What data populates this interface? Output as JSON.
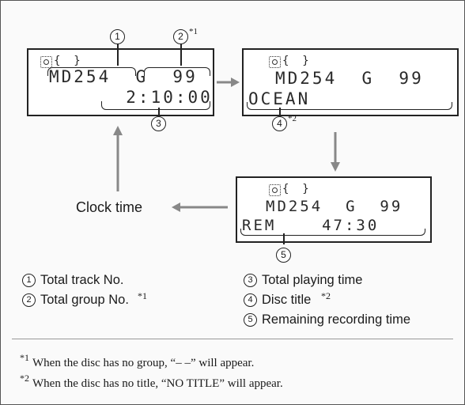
{
  "displays": {
    "first": {
      "track_indicator": "{  }",
      "row1": "MD254  G  99",
      "row2": "  2:10:00"
    },
    "second": {
      "track_indicator": "{  }",
      "row1": "MD254  G  99",
      "row2": "OCEAN"
    },
    "third": {
      "track_indicator": "{  }",
      "row1": "MD254  G  99",
      "row2": "REM    47:30"
    }
  },
  "callouts": {
    "c1": "1",
    "c2": "2",
    "c2_sup": "*1",
    "c3": "3",
    "c4": "4",
    "c4_sup": "*2",
    "c5": "5"
  },
  "clock_time_label": "Clock time",
  "legend": {
    "items": [
      {
        "num": "1",
        "text": "Total track No."
      },
      {
        "num": "2",
        "text": "Total group No.",
        "sup": "*1"
      },
      {
        "num": "3",
        "text": "Total playing time"
      },
      {
        "num": "4",
        "text": "Disc title",
        "sup": "*2"
      },
      {
        "num": "5",
        "text": "Remaining recording time"
      }
    ]
  },
  "footnotes": [
    {
      "mark": "*1",
      "text": "When the disc has no group, “– –” will appear."
    },
    {
      "mark": "*2",
      "text": "When the disc has no title, “NO TITLE” will appear."
    }
  ],
  "colors": {
    "arrow": "#888888",
    "panel_border": "#222222"
  }
}
